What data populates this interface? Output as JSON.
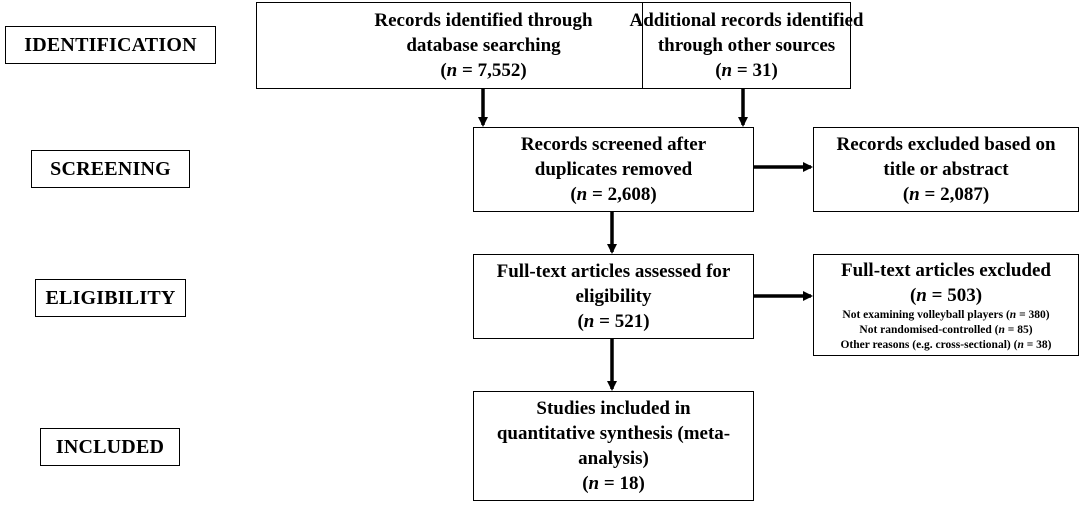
{
  "stages": {
    "identification": "IDENTIFICATION",
    "screening": "SCREENING",
    "eligibility": "ELIGIBILITY",
    "included": "INCLUDED"
  },
  "nodes": {
    "db_search": {
      "lines": [
        "Records identified through",
        "database searching"
      ],
      "n_label": "n",
      "n_value": "= 7,552"
    },
    "other_sources": {
      "lines": [
        "Additional records identified",
        "through other sources"
      ],
      "n_label": "n",
      "n_value": "= 31"
    },
    "screened": {
      "lines": [
        "Records screened after",
        "duplicates removed"
      ],
      "n_label": "n",
      "n_value": "= 2,608"
    },
    "excluded_title": {
      "lines": [
        "Records excluded based on",
        "title or abstract"
      ],
      "n_label": "n",
      "n_value": "= 2,087"
    },
    "fulltext": {
      "lines": [
        "Full-text articles assessed for",
        "eligibility"
      ],
      "n_label": "n",
      "n_value": "= 521"
    },
    "fulltext_excluded": {
      "title": "Full-text articles excluded",
      "n_label": "n",
      "n_value": "= 503",
      "reasons": [
        {
          "text": "Not examining volleyball players",
          "n_label": "n",
          "n_value": "= 380"
        },
        {
          "text": "Not randomised-controlled",
          "n_label": "n",
          "n_value": "= 85"
        },
        {
          "text": "Other reasons (e.g. cross-sectional)",
          "n_label": "n",
          "n_value": "= 38"
        }
      ]
    },
    "included": {
      "lines": [
        "Studies included in",
        "quantitative synthesis (meta-",
        "analysis)"
      ],
      "n_label": "n",
      "n_value": "= 18"
    }
  }
}
